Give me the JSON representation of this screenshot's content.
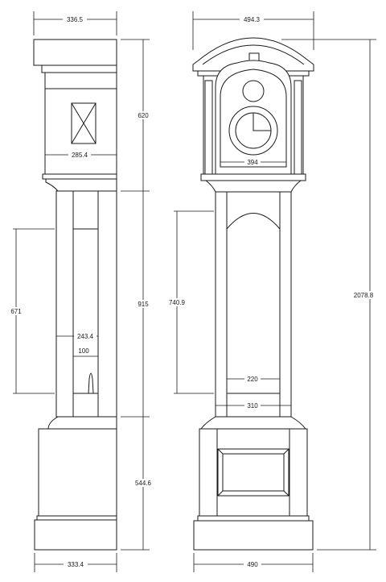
{
  "side_view": {
    "width_top": "336.5",
    "width_bottom": "333.4",
    "hood_height": "620",
    "trunk_height": "915",
    "base_height": "544.6",
    "hood_inner_width": "285.4",
    "trunk_inner_width": "243.4",
    "pendulum_width": "100",
    "door_height": "671"
  },
  "front_view": {
    "width_top": "494.3",
    "width_bottom": "490",
    "overall_height": "2078.8",
    "dial_opening_width": "394",
    "door_height": "740.9",
    "door_width": "220",
    "trunk_width": "310"
  }
}
